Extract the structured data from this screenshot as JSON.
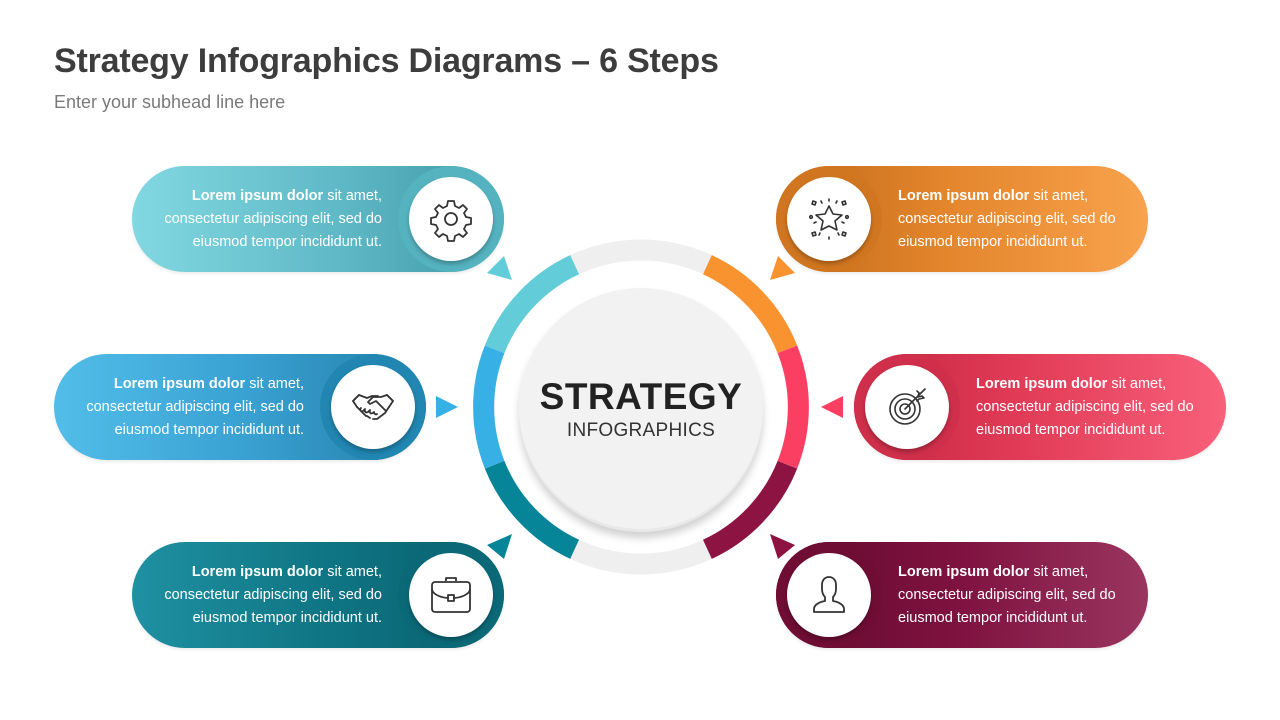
{
  "header": {
    "title": "Strategy Infographics Diagrams – 6 Steps",
    "subtitle": "Enter your subhead line here"
  },
  "center": {
    "title": "STRATEGY",
    "subtitle": "INFOGRAPHICS"
  },
  "steps": [
    {
      "position": "top-left",
      "icon": "gear-icon",
      "bold": "Lorem ipsum dolor",
      "line1_rest": " sit amet,",
      "line2": "consectetur adipiscing elit, sed do",
      "line3": "eiusmod tempor incididunt ut.",
      "color": "#5fc4d2",
      "gradient": [
        "#7fd6e0",
        "#3d96a6"
      ]
    },
    {
      "position": "middle-left",
      "icon": "handshake-icon",
      "bold": "Lorem ipsum dolor",
      "line1_rest": " sit amet,",
      "line2": "consectetur adipiscing elit, sed do",
      "line3": "eiusmod tempor incididunt ut.",
      "color": "#35aee3",
      "gradient": [
        "#4db5e6",
        "#1f7fa8"
      ]
    },
    {
      "position": "bottom-left",
      "icon": "briefcase-icon",
      "bold": "Lorem ipsum dolor",
      "line1_rest": " sit amet,",
      "line2": "consectetur adipiscing elit, sed do",
      "line3": "eiusmod tempor incididunt ut.",
      "color": "#0a8497",
      "gradient": [
        "#1d8f9f",
        "#0a5e6c"
      ]
    },
    {
      "position": "top-right",
      "icon": "star-icon",
      "bold": "Lorem ipsum dolor",
      "line1_rest": " sit amet,",
      "line2": "consectetur adipiscing elit, sed do",
      "line3": "eiusmod tempor incididunt ut.",
      "color": "#f99530",
      "gradient": [
        "#c66f1e",
        "#f7a04a"
      ]
    },
    {
      "position": "middle-right",
      "icon": "target-icon",
      "bold": "Lorem ipsum dolor",
      "line1_rest": " sit amet,",
      "line2": "consectetur adipiscing elit, sed do",
      "line3": "eiusmod tempor incididunt ut.",
      "color": "#f43f5e",
      "gradient": [
        "#c92a45",
        "#f65a75"
      ]
    },
    {
      "position": "bottom-right",
      "icon": "user-icon",
      "bold": "Lorem ipsum dolor",
      "line1_rest": " sit amet,",
      "line2": "consectetur adipiscing elit, sed do",
      "line3": "eiusmod tempor incididunt ut.",
      "color": "#8a1040",
      "gradient": [
        "#6a0a2e",
        "#973058"
      ]
    }
  ]
}
